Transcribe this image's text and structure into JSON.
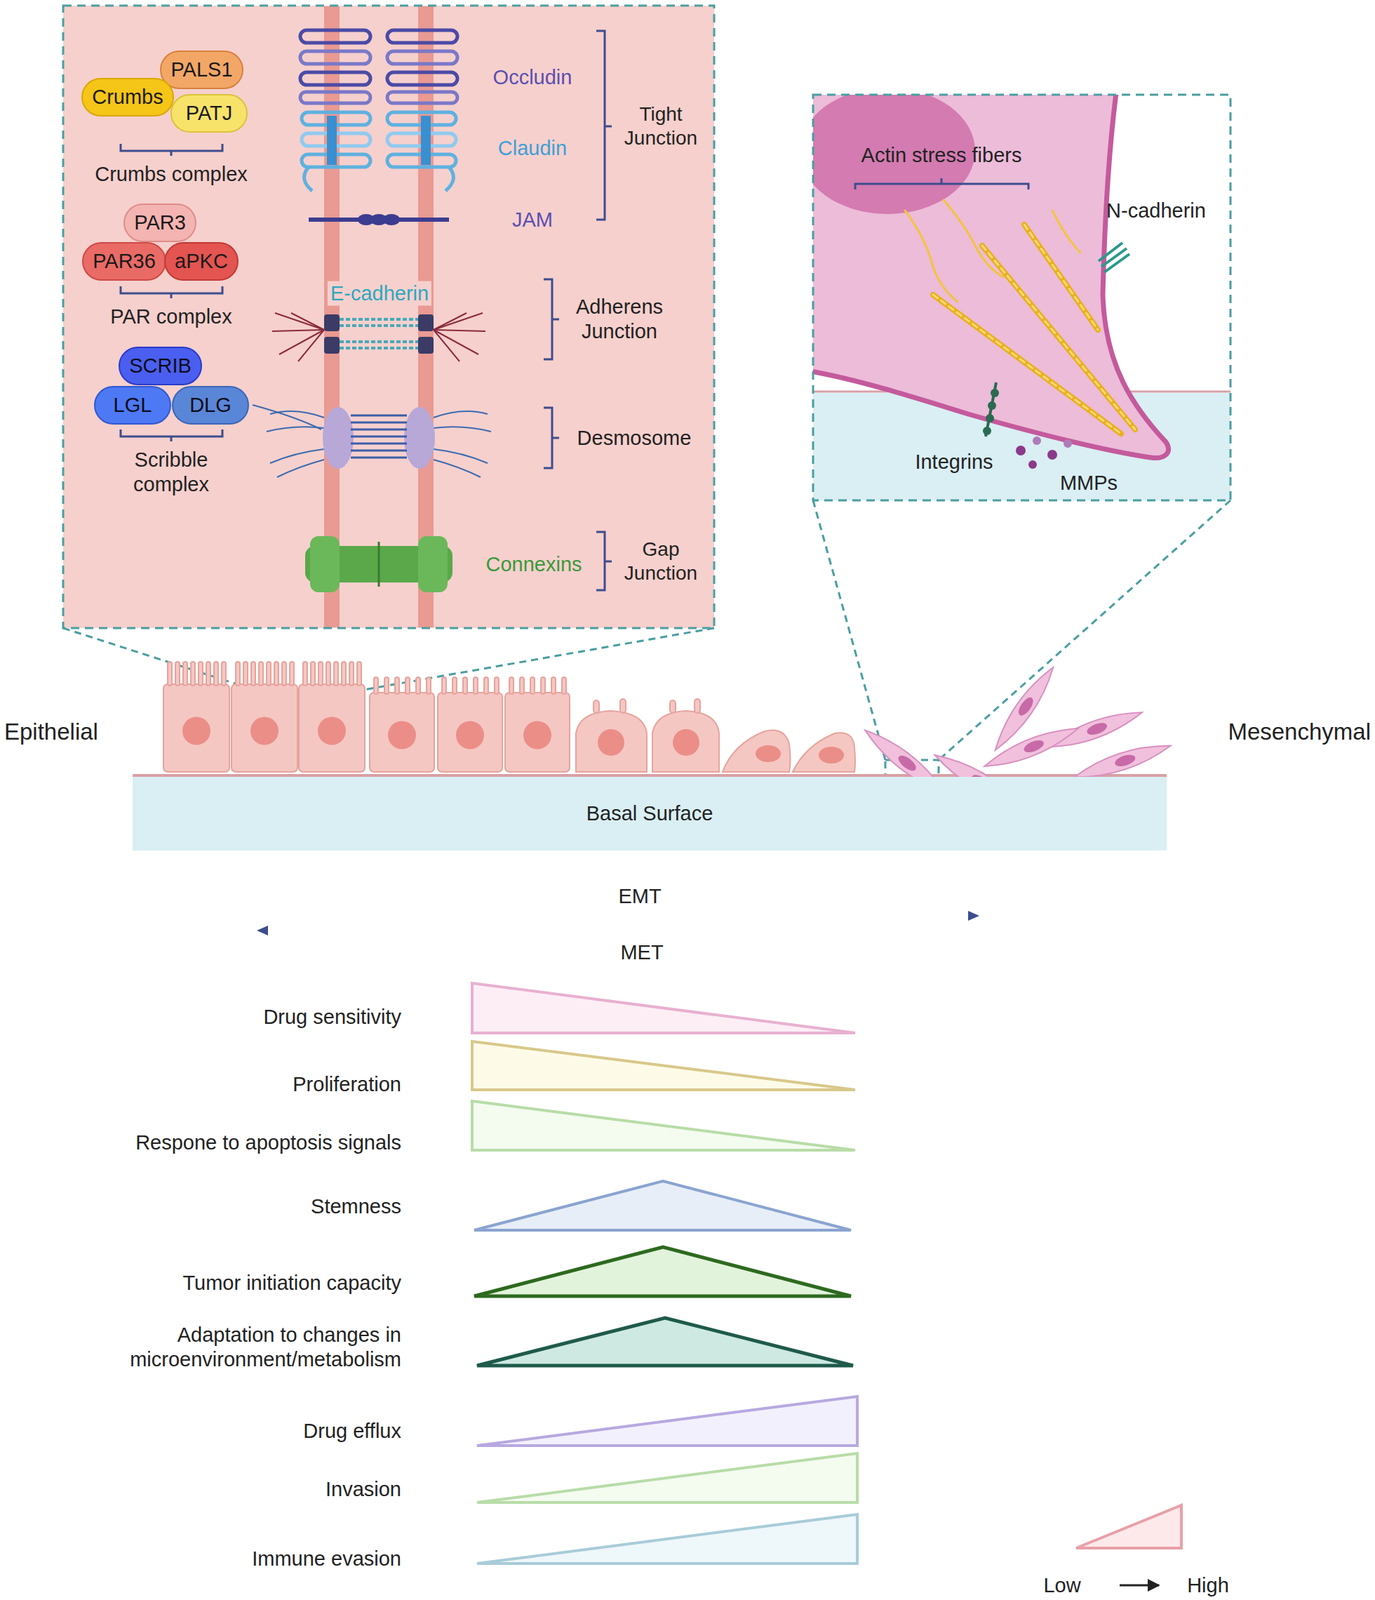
{
  "diagram": {
    "nodes": [
      {
        "text": [
          "PALS1"
        ]
      },
      {
        "text": [
          "Crumbs"
        ]
      },
      {
        "text": [
          "PATJ"
        ]
      },
      {
        "text": [
          "PAR3"
        ]
      },
      {
        "text": [
          "PAR36"
        ]
      },
      {
        "text": [
          "aPKC"
        ]
      },
      {
        "text": [
          "SCRIB"
        ]
      },
      {
        "text": [
          "LGL"
        ]
      },
      {
        "text": [
          "DLG"
        ]
      },
      {
        "text": [
          "Basal Surface"
        ]
      }
    ],
    "labels": [
      "Occludin",
      "Claudin",
      "JAM",
      "Tight Junction",
      "E-cadherin",
      "Adherens Junction",
      "Desmosome",
      "Connexins",
      "Gap Junction",
      "Crumbs complex",
      "PAR complex",
      "Scribble complex",
      "Actin stress fibers",
      "N-cadherin",
      "Integrins",
      "MMPs",
      "EMT",
      "MET",
      "Epithelial",
      "Mesenchymal",
      "Drug sensitivity",
      "Proliferation",
      "Respone to apoptosis signals",
      "Stemness",
      "Tumor initiation capacity",
      "Adaptation to changes in microenvironment/metabolism",
      "Drug efflux",
      "Invasion",
      "Immune evasion",
      "Low",
      "High"
    ]
  }
}
